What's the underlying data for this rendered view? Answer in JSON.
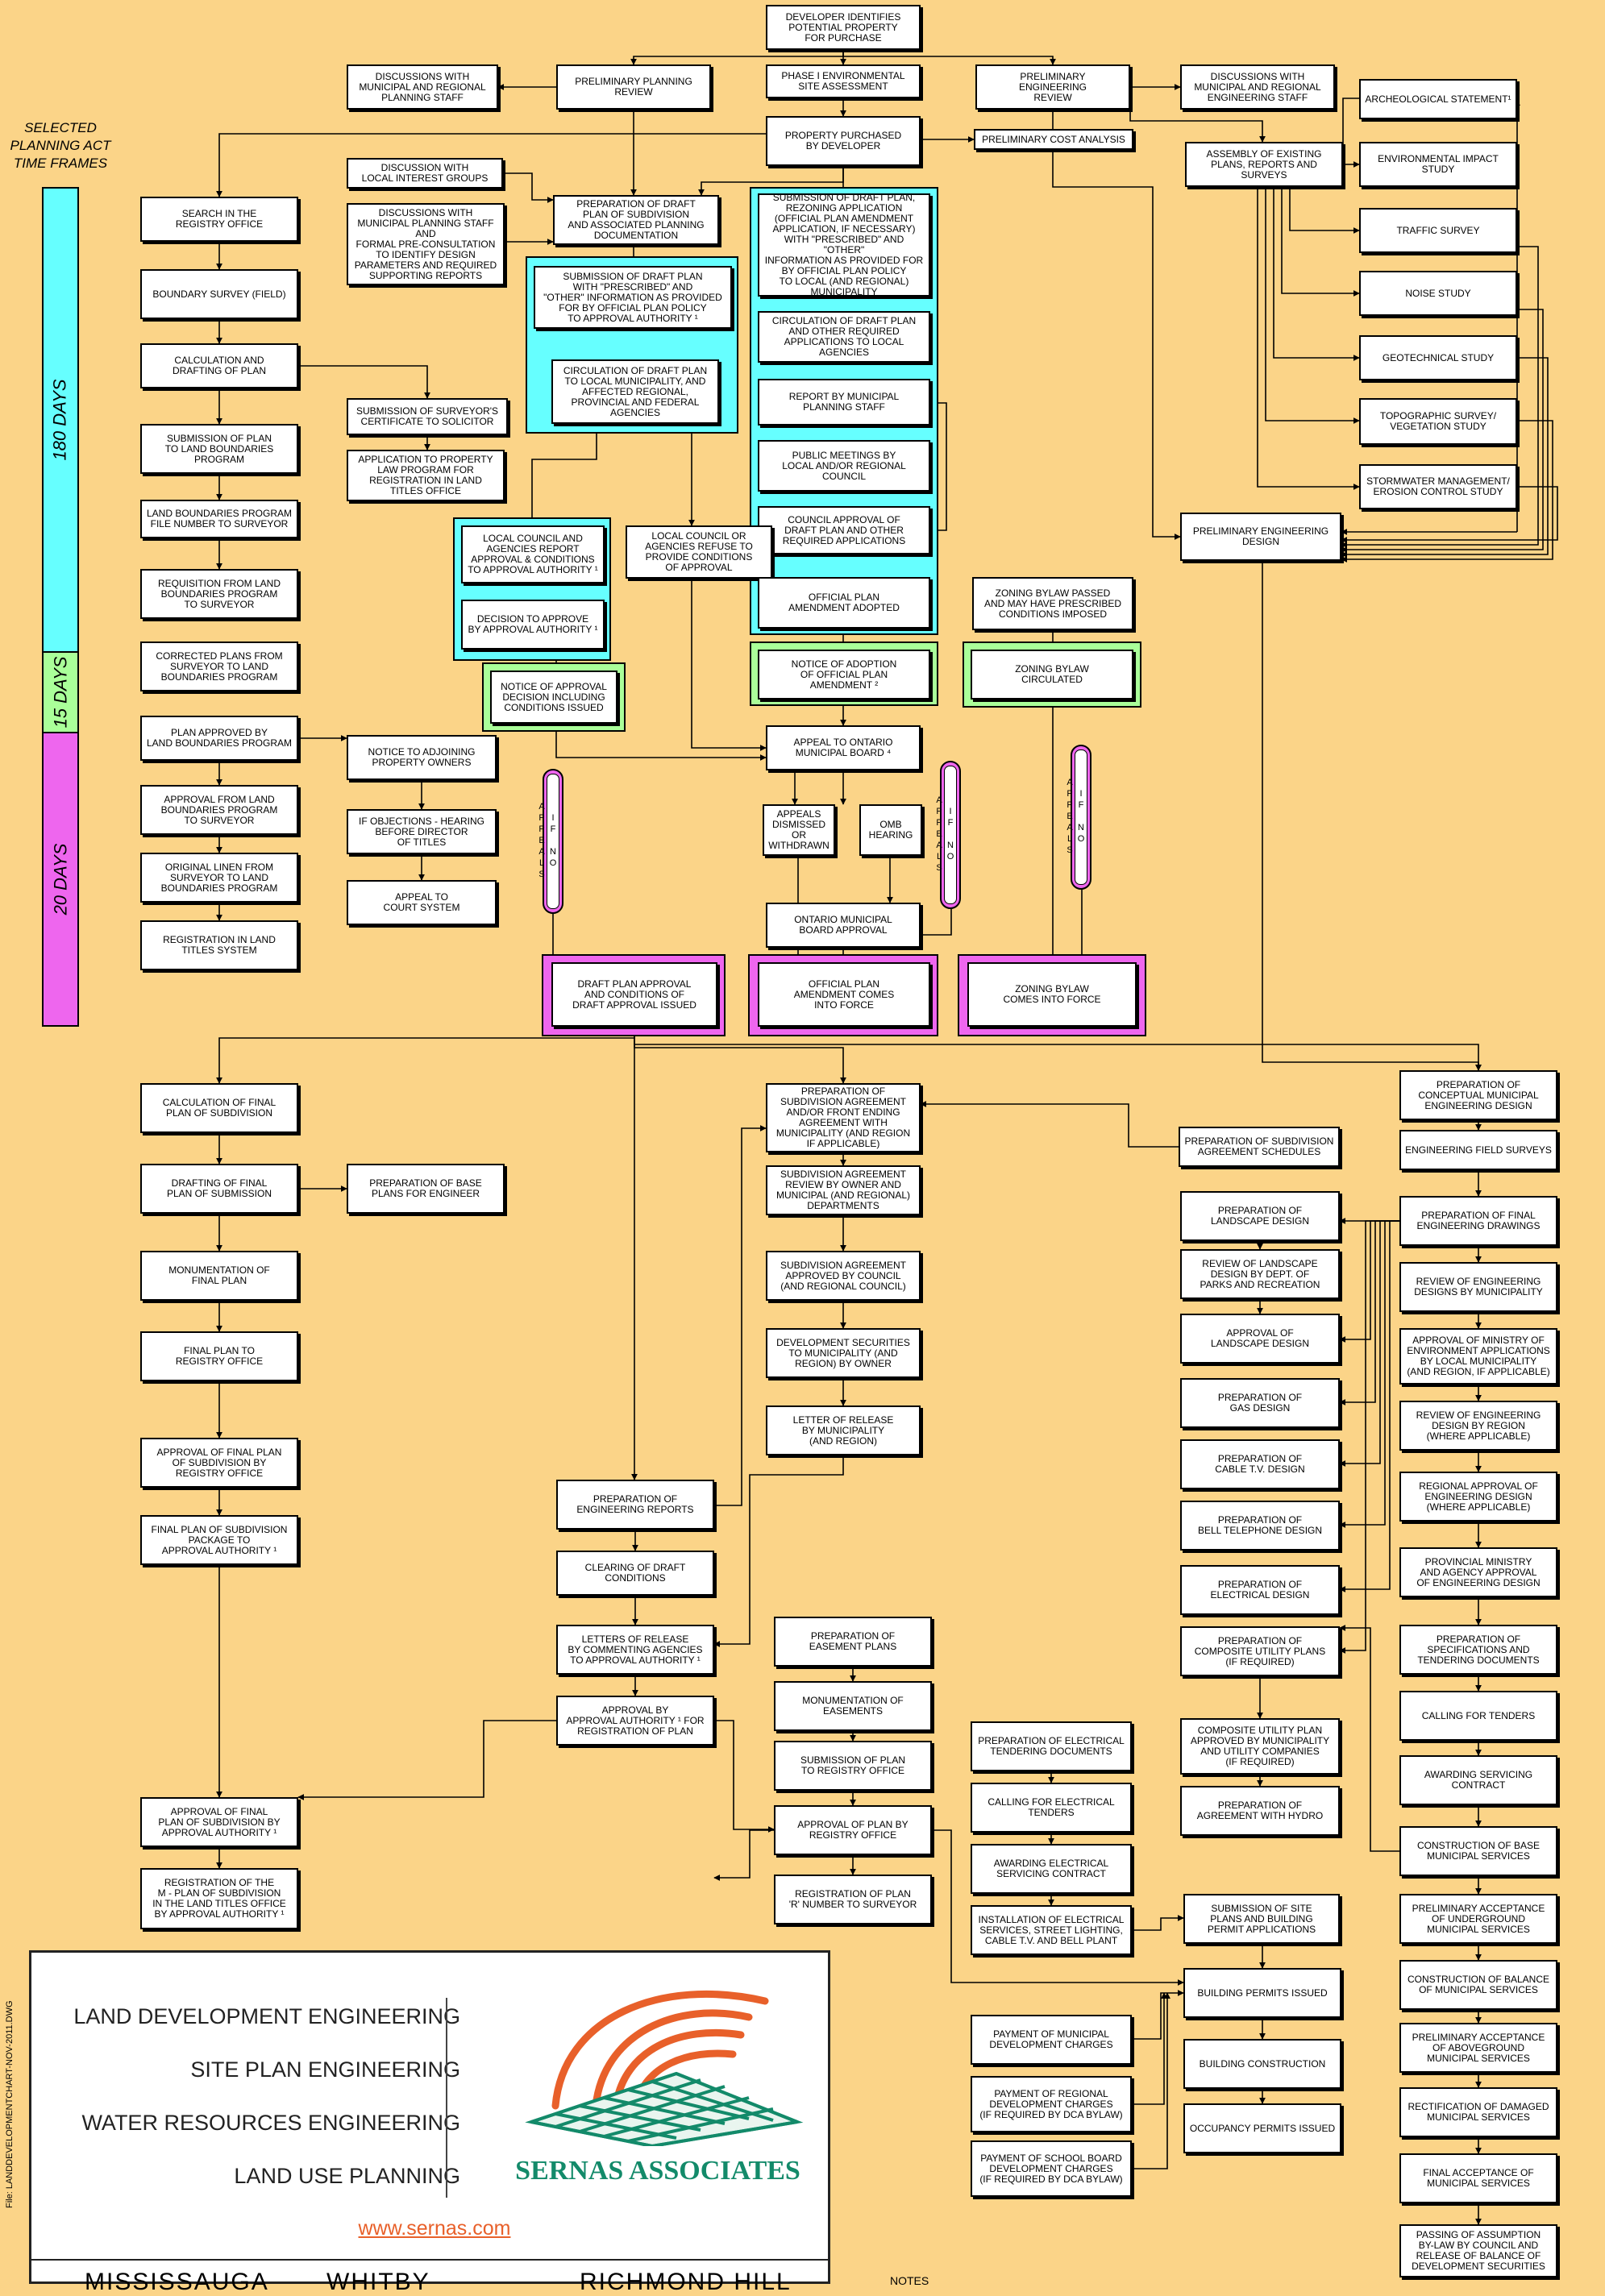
{
  "time_frames": {
    "title": "SELECTED\nPLANNING ACT\nTIME FRAMES",
    "segments": [
      {
        "label": "180 DAYS",
        "color": "#66ffff"
      },
      {
        "label": "15 DAYS",
        "color": "#aaff99"
      },
      {
        "label": "20 DAYS",
        "color": "#ee66ee"
      }
    ]
  },
  "boxes": {
    "b001": "DEVELOPER IDENTIFIES\nPOTENTIAL PROPERTY\nFOR PURCHASE",
    "b002": "DISCUSSIONS WITH\nMUNICIPAL AND REGIONAL\nPLANNING STAFF",
    "b003": "PRELIMINARY PLANNING\nREVIEW",
    "b004": "PHASE I ENVIRONMENTAL\nSITE ASSESSMENT",
    "b005": "PRELIMINARY\nENGINEERING\nREVIEW",
    "b006": "DISCUSSIONS WITH\nMUNICIPAL AND REGIONAL\nENGINEERING STAFF",
    "b007": "ARCHEOLOGICAL STATEMENT¹",
    "b008": "PROPERTY PURCHASED\nBY DEVELOPER",
    "b009": "PRELIMINARY COST ANALYSIS",
    "b010": "ASSEMBLY OF EXISTING\nPLANS, REPORTS AND\nSURVEYS",
    "b011": "ENVIRONMENTAL IMPACT\nSTUDY",
    "b012": "DISCUSSION WITH\nLOCAL INTEREST GROUPS",
    "b013": "SEARCH IN THE\nREGISTRY OFFICE",
    "b014": "DISCUSSIONS WITH\nMUNICIPAL PLANNING STAFF\nAND\nFORMAL PRE-CONSULTATION\nTO IDENTIFY DESIGN\nPARAMETERS AND REQUIRED\nSUPPORTING REPORTS",
    "b015": "PREPARATION OF DRAFT\nPLAN OF SUBDIVISION\nAND ASSOCIATED PLANNING\nDOCUMENTATION",
    "b016": "SUBMISSION OF DRAFT PLAN,\nREZONING APPLICATION\n(OFFICIAL PLAN AMENDMENT\nAPPLICATION, IF NECESSARY)\nWITH \"PRESCRIBED\" AND \"OTHER\"\nINFORMATION AS PROVIDED FOR\nBY OFFICIAL PLAN POLICY\nTO LOCAL (AND REGIONAL)\nMUNICIPALITY",
    "b017": "TRAFFIC SURVEY",
    "b018": "SUBMISSION OF DRAFT PLAN\nWITH \"PRESCRIBED\" AND\n\"OTHER\" INFORMATION AS PROVIDED\nFOR BY OFFICIAL PLAN POLICY\nTO APPROVAL AUTHORITY ¹",
    "b019": "BOUNDARY SURVEY (FIELD)",
    "b020": "NOISE STUDY",
    "b021": "CIRCULATION OF DRAFT PLAN\nAND OTHER REQUIRED\nAPPLICATIONS TO LOCAL\nAGENCIES",
    "b022": "CALCULATION AND\nDRAFTING OF PLAN",
    "b023": "CIRCULATION OF DRAFT PLAN\nTO LOCAL MUNICIPALITY, AND\nAFFECTED REGIONAL,\nPROVINCIAL AND FEDERAL\nAGENCIES",
    "b024": "GEOTECHNICAL STUDY",
    "b025": "REPORT BY MUNICIPAL\nPLANNING STAFF",
    "b026": "SUBMISSION OF SURVEYOR'S\nCERTIFICATE TO SOLICITOR",
    "b027": "TOPOGRAPHIC SURVEY/\nVEGETATION STUDY",
    "b028": "SUBMISSION OF PLAN\nTO LAND BOUNDARIES\nPROGRAM",
    "b029": "PUBLIC MEETINGS BY\nLOCAL AND/OR REGIONAL\nCOUNCIL",
    "b030": "APPLICATION TO PROPERTY\nLAW PROGRAM FOR\nREGISTRATION IN LAND\nTITLES OFFICE",
    "b031": "STORMWATER MANAGEMENT/\nEROSION CONTROL STUDY",
    "b032": "LAND BOUNDARIES PROGRAM\nFILE NUMBER TO SURVEYOR",
    "b033": "COUNCIL APPROVAL OF\nDRAFT PLAN AND OTHER\nREQUIRED APPLICATIONS",
    "b034": "PRELIMINARY ENGINEERING\nDESIGN",
    "b035": "LOCAL COUNCIL AND\nAGENCIES REPORT\nAPPROVAL & CONDITIONS\nTO APPROVAL AUTHORITY ¹",
    "b036": "LOCAL COUNCIL OR\nAGENCIES REFUSE TO\nPROVIDE CONDITIONS\nOF APPROVAL",
    "b037": "REQUISITION FROM LAND\nBOUNDARIES PROGRAM\nTO SURVEYOR",
    "b038": "OFFICIAL PLAN\nAMENDMENT ADOPTED",
    "b039": "ZONING BYLAW PASSED\nAND MAY HAVE PRESCRIBED\nCONDITIONS IMPOSED",
    "b040": "DECISION TO APPROVE\nBY APPROVAL AUTHORITY ¹",
    "b041": "CORRECTED PLANS FROM\nSURVEYOR TO LAND\nBOUNDARIES PROGRAM",
    "b042": "NOTICE OF ADOPTION\nOF OFFICIAL PLAN\nAMENDMENT ²",
    "b043": "ZONING BYLAW\nCIRCULATED",
    "b044": "NOTICE OF APPROVAL\nDECISION INCLUDING\nCONDITIONS ISSUED",
    "b045": "PLAN APPROVED BY\nLAND BOUNDARIES PROGRAM",
    "b046": "NOTICE TO ADJOINING\nPROPERTY OWNERS",
    "b047": "APPEAL TO ONTARIO\nMUNICIPAL BOARD ⁴",
    "b048": "APPROVAL FROM LAND\nBOUNDARIES PROGRAM\nTO SURVEYOR",
    "b049": "APPEALS\nDISMISSED\nOR\nWITHDRAWN",
    "b050": "OMB\nHEARING",
    "b051": "IF OBJECTIONS - HEARING\nBEFORE DIRECTOR\nOF TITLES",
    "b052": "ORIGINAL LINEN FROM\nSURVEYOR TO LAND\nBOUNDARIES PROGRAM",
    "b053": "APPEAL TO\nCOURT SYSTEM",
    "b054": "ONTARIO MUNICIPAL\nBOARD APPROVAL",
    "b055": "REGISTRATION IN LAND\nTITLES SYSTEM",
    "b056": "DRAFT PLAN APPROVAL\nAND CONDITIONS OF\nDRAFT APPROVAL ISSUED",
    "b057": "OFFICIAL PLAN\nAMENDMENT COMES\nINTO FORCE",
    "b058": "ZONING BYLAW\nCOMES INTO FORCE",
    "b059": "PREPARATION OF\nCONCEPTUAL MUNICIPAL\nENGINEERING DESIGN",
    "b060": "PREPARATION OF\nSUBDIVISION AGREEMENT\nAND/OR FRONT ENDING\nAGREEMENT WITH\nMUNICIPALITY (AND REGION\nIF APPLICABLE)",
    "b061": "CALCULATION OF FINAL\nPLAN OF SUBDIVISION",
    "b062": "PREPARATION OF SUBDIVISION\nAGREEMENT SCHEDULES",
    "b063": "ENGINEERING FIELD SURVEYS",
    "b064": "SUBDIVISION AGREEMENT\nREVIEW BY OWNER AND\nMUNICIPAL (AND REGIONAL)\nDEPARTMENTS",
    "b065": "DRAFTING OF FINAL\nPLAN OF SUBMISSION",
    "b066": "PREPARATION OF BASE\nPLANS FOR ENGINEER",
    "b067": "PREPARATION OF\nLANDSCAPE DESIGN",
    "b068": "PREPARATION OF FINAL\nENGINEERING DRAWINGS",
    "b069": "SUBDIVISION AGREEMENT\nAPPROVED BY COUNCIL\n(AND REGIONAL COUNCIL)",
    "b070": "MONUMENTATION OF\nFINAL PLAN",
    "b071": "REVIEW OF LANDSCAPE\nDESIGN BY DEPT. OF\nPARKS AND RECREATION",
    "b072": "REVIEW OF ENGINEERING\nDESIGNS BY MUNICIPALITY",
    "b073": "DEVELOPMENT SECURITIES\nTO MUNICIPALITY (AND\nREGION) BY OWNER",
    "b074": "FINAL PLAN TO\nREGISTRY OFFICE",
    "b075": "APPROVAL OF\nLANDSCAPE DESIGN",
    "b076": "APPROVAL OF MINISTRY OF\nENVIRONMENT APPLICATIONS\nBY LOCAL MUNICIPALITY\n(AND REGION, IF APPLICABLE)",
    "b077": "PREPARATION OF\nGAS DESIGN",
    "b078": "LETTER OF RELEASE\nBY MUNICIPALITY\n(AND REGION)",
    "b079": "REVIEW OF ENGINEERING\nDESIGN BY REGION\n(WHERE APPLICABLE)",
    "b080": "APPROVAL OF FINAL PLAN\nOF SUBDIVISION BY\nREGISTRY OFFICE",
    "b081": "PREPARATION OF\nCABLE T.V. DESIGN",
    "b082": "REGIONAL APPROVAL OF\nENGINEERING DESIGN\n(WHERE APPLICABLE)",
    "b083": "PREPARATION OF\nENGINEERING REPORTS",
    "b084": "PREPARATION OF\nBELL TELEPHONE DESIGN",
    "b085": "FINAL PLAN OF SUBDIVISION\nPACKAGE TO\nAPPROVAL AUTHORITY ¹",
    "b086": "PROVINCIAL MINISTRY\nAND AGENCY APPROVAL\nOF ENGINEERING DESIGN",
    "b087": "CLEARING OF DRAFT\nCONDITIONS",
    "b088": "PREPARATION OF\nELECTRICAL DESIGN",
    "b089": "LETTERS OF RELEASE\nBY COMMENTING AGENCIES\nTO APPROVAL AUTHORITY ¹",
    "b090": "PREPARATION OF\nEASEMENT PLANS",
    "b091": "PREPARATION OF\nCOMPOSITE UTILITY PLANS\n(IF REQUIRED)",
    "b092": "PREPARATION OF\nSPECIFICATIONS AND\nTENDERING DOCUMENTS",
    "b093": "MONUMENTATION OF\nEASEMENTS",
    "b094": "APPROVAL BY\nAPPROVAL AUTHORITY ¹ FOR\nREGISTRATION OF PLAN",
    "b095": "CALLING FOR TENDERS",
    "b096": "COMPOSITE UTILITY PLAN\nAPPROVED BY MUNICIPALITY\nAND UTILITY COMPANIES\n(IF REQUIRED)",
    "b097": "PREPARATION OF ELECTRICAL\nTENDERING DOCUMENTS",
    "b098": "SUBMISSION OF PLAN\nTO REGISTRY OFFICE",
    "b099": "AWARDING SERVICING\nCONTRACT",
    "b100": "CALLING FOR ELECTRICAL\nTENDERS",
    "b101": "PREPARATION OF\nAGREEMENT WITH HYDRO",
    "b102": "APPROVAL OF FINAL\nPLAN OF SUBDIVISION BY\nAPPROVAL AUTHORITY ¹",
    "b103": "APPROVAL OF PLAN BY\nREGISTRY OFFICE",
    "b104": "CONSTRUCTION OF BASE\nMUNICIPAL SERVICES",
    "b105": "AWARDING ELECTRICAL\nSERVICING CONTRACT",
    "b106": "REGISTRATION OF THE\nM - PLAN OF SUBDIVISION\nIN THE LAND TITLES OFFICE\nBY APPROVAL AUTHORITY ¹",
    "b107": "REGISTRATION OF PLAN\n'R' NUMBER TO SURVEYOR",
    "b108": "SUBMISSION OF SITE\nPLANS AND BUILDING\nPERMIT APPLICATIONS",
    "b109": "PRELIMINARY ACCEPTANCE\nOF UNDERGROUND\nMUNICIPAL SERVICES",
    "b110": "INSTALLATION OF ELECTRICAL\nSERVICES, STREET LIGHTING,\nCABLE T.V. AND BELL PLANT",
    "b111": "CONSTRUCTION OF BALANCE\nOF MUNICIPAL SERVICES",
    "b112": "BUILDING PERMITS ISSUED",
    "b113": "PAYMENT OF MUNICIPAL\nDEVELOPMENT CHARGES",
    "b114": "PRELIMINARY ACCEPTANCE\nOF ABOVEGROUND\nMUNICIPAL SERVICES",
    "b115": "BUILDING CONSTRUCTION",
    "b116": "PAYMENT OF REGIONAL\nDEVELOPMENT CHARGES\n(IF REQUIRED BY DCA BYLAW)",
    "b117": "RECTIFICATION OF DAMAGED\nMUNICIPAL SERVICES",
    "b118": "OCCUPANCY PERMITS ISSUED",
    "b119": "PAYMENT OF SCHOOL BOARD\nDEVELOPMENT CHARGES\n(IF REQUIRED BY DCA BYLAW)",
    "b120": "FINAL ACCEPTANCE OF\nMUNICIPAL SERVICES",
    "b121": "PASSING OF ASSUMPTION\nBY-LAW BY COUNCIL AND\nRELEASE OF BALANCE OF\nDEVELOPMENT SECURITIES"
  },
  "if_no_appeals": "IF NO APPEALS",
  "legend": {
    "services": [
      "LAND DEVELOPMENT ENGINEERING",
      "SITE PLAN ENGINEERING",
      "WATER RESOURCES ENGINEERING",
      "LAND USE PLANNING"
    ],
    "company": "SERNAS ASSOCIATES",
    "website": "www.sernas.com",
    "cities": [
      "MISSISSAUGA",
      "WHITBY",
      "RICHMOND HILL"
    ],
    "file_label": "File: LANDDEVELOPMENTCHART-NOV-2011.DWG",
    "notes_label": "NOTES"
  },
  "colors": {
    "background": "#fbd488",
    "cyan": "#66ffff",
    "green": "#aaff99",
    "magenta": "#ee66ee",
    "brand_orange": "#e8602a",
    "brand_green": "#138a6a"
  }
}
